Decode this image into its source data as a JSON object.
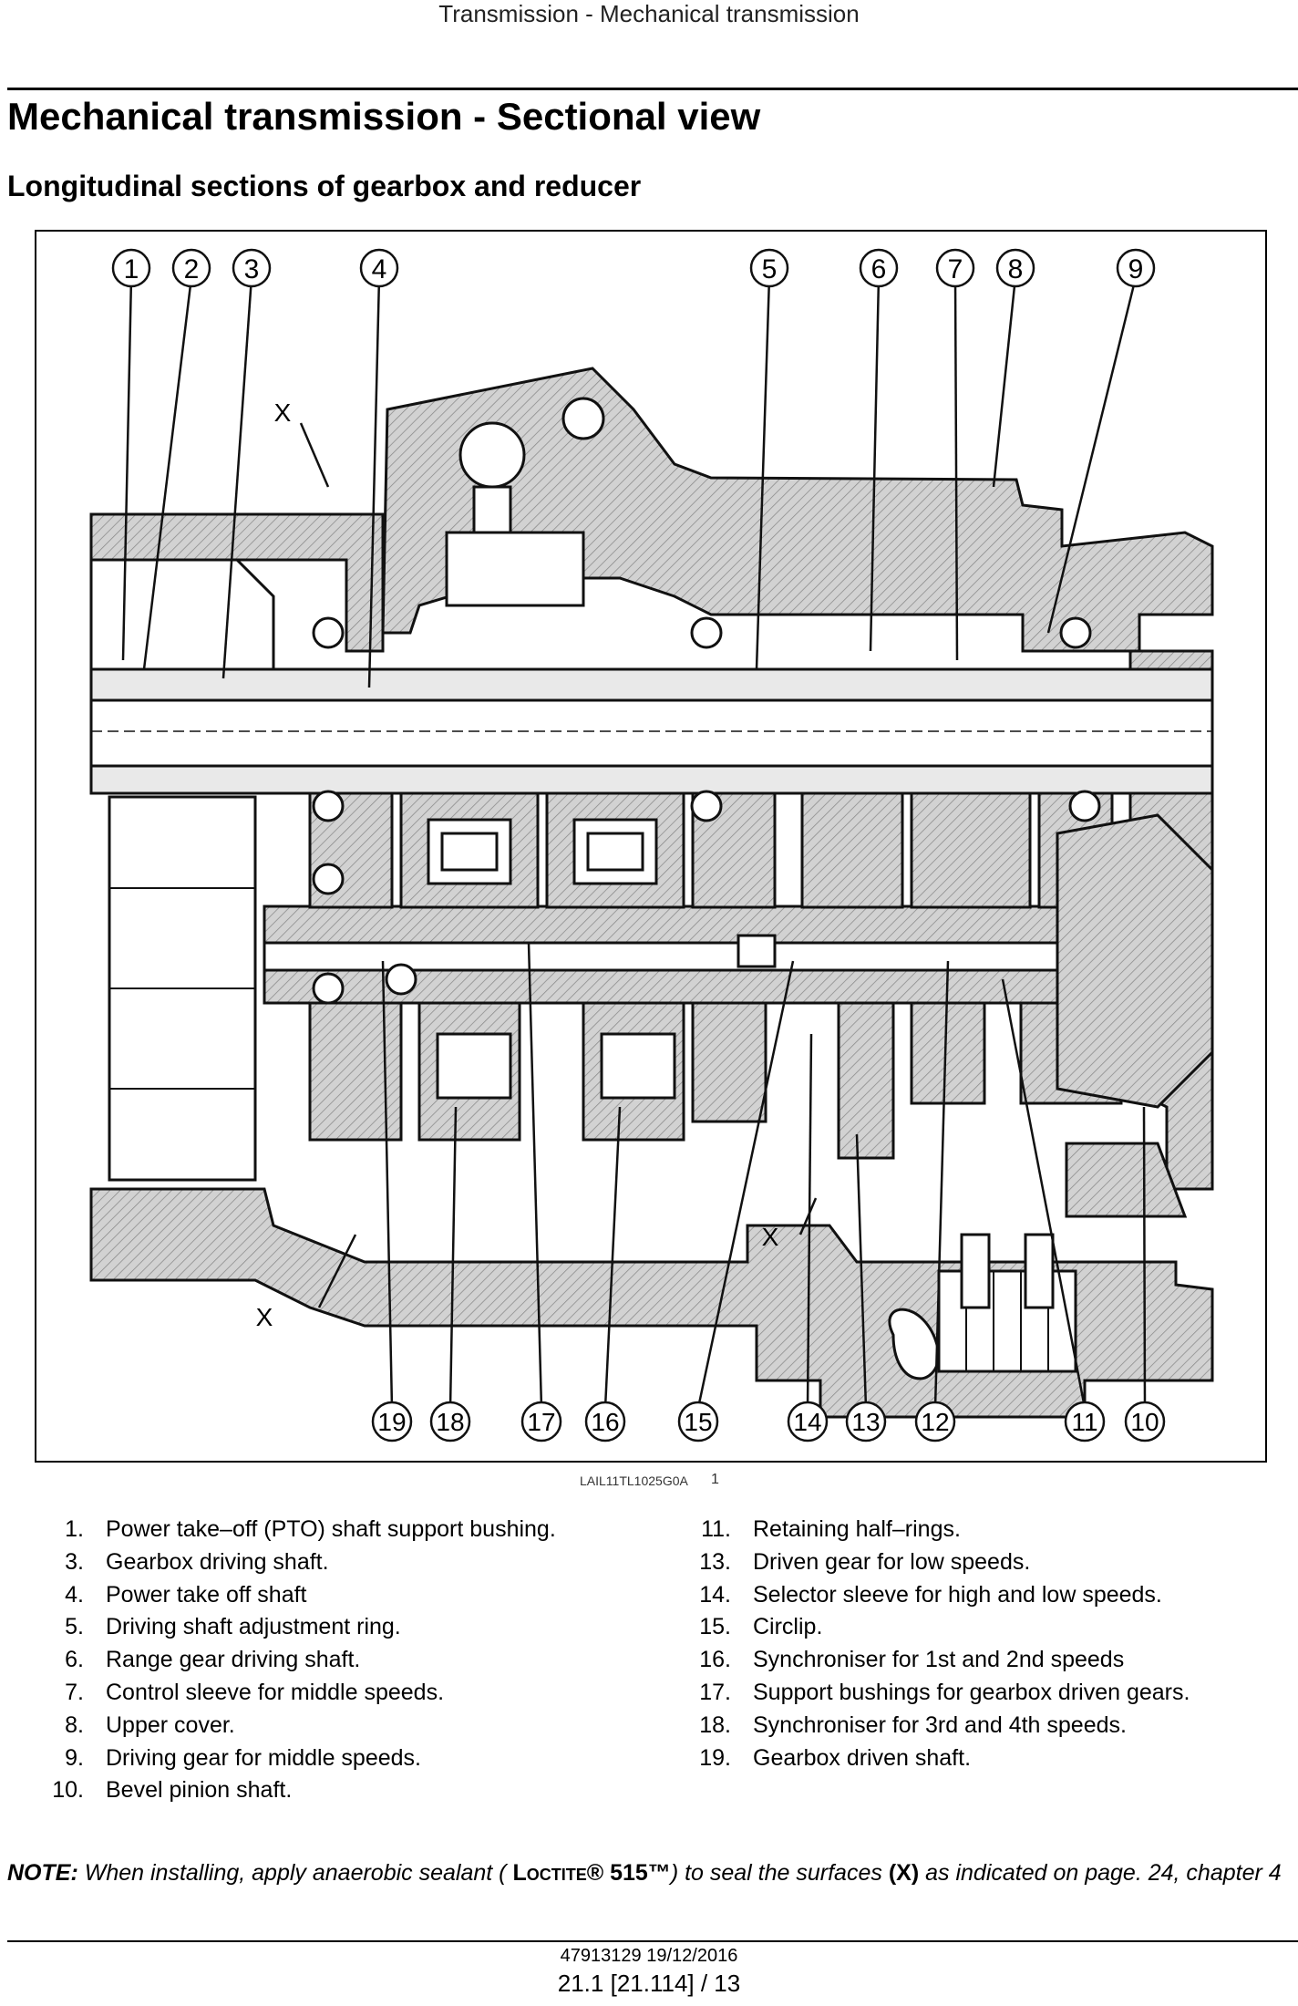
{
  "header": {
    "running_head": "Transmission - Mechanical transmission",
    "page_title": "Mechanical transmission - Sectional view",
    "section_title": "Longitudinal sections of gearbox and reducer"
  },
  "figure": {
    "callouts_top": [
      "1",
      "2",
      "3",
      "4",
      "5",
      "6",
      "7",
      "8",
      "9"
    ],
    "callouts_bottom": [
      "19",
      "18",
      "17",
      "16",
      "15",
      "14",
      "13",
      "12",
      "11",
      "10"
    ],
    "marker": "X",
    "reference_code": "LAIL11TL1025G0A",
    "figure_number": "1"
  },
  "legend_left": [
    {
      "num": "1.",
      "text": "Power take–off (PTO) shaft support bushing."
    },
    {
      "num": "3.",
      "text": "Gearbox driving shaft."
    },
    {
      "num": "4.",
      "text": "Power take off shaft"
    },
    {
      "num": "5.",
      "text": "Driving shaft adjustment ring."
    },
    {
      "num": "6.",
      "text": "Range gear driving shaft."
    },
    {
      "num": "7.",
      "text": "Control sleeve for middle speeds."
    },
    {
      "num": "8.",
      "text": "Upper cover."
    },
    {
      "num": "9.",
      "text": "Driving gear for middle speeds."
    },
    {
      "num": "10.",
      "text": "Bevel pinion shaft."
    }
  ],
  "legend_right": [
    {
      "num": "11.",
      "text": "Retaining half–rings."
    },
    {
      "num": "13.",
      "text": "Driven gear for low speeds."
    },
    {
      "num": "14.",
      "text": "Selector sleeve for high and low speeds."
    },
    {
      "num": "15.",
      "text": "Circlip."
    },
    {
      "num": "16.",
      "text": "Synchroniser for 1st and 2nd speeds"
    },
    {
      "num": "17.",
      "text": "Support bushings for gearbox driven gears."
    },
    {
      "num": "18.",
      "text": "Synchroniser for 3rd and 4th speeds."
    },
    {
      "num": "19.",
      "text": "Gearbox driven shaft."
    }
  ],
  "note": {
    "label": "NOTE:",
    "text_before": " When installing, apply anaerobic sealant ( ",
    "brand": "Loctite® 515™",
    "text_middle": ") to seal the surfaces ",
    "symbol": "(X)",
    "text_after": " as indicated on page. 24, chapter 4"
  },
  "footer": {
    "doc_ref": "47913129 19/12/2016",
    "page_ref": "21.1 [21.114] / 13"
  }
}
